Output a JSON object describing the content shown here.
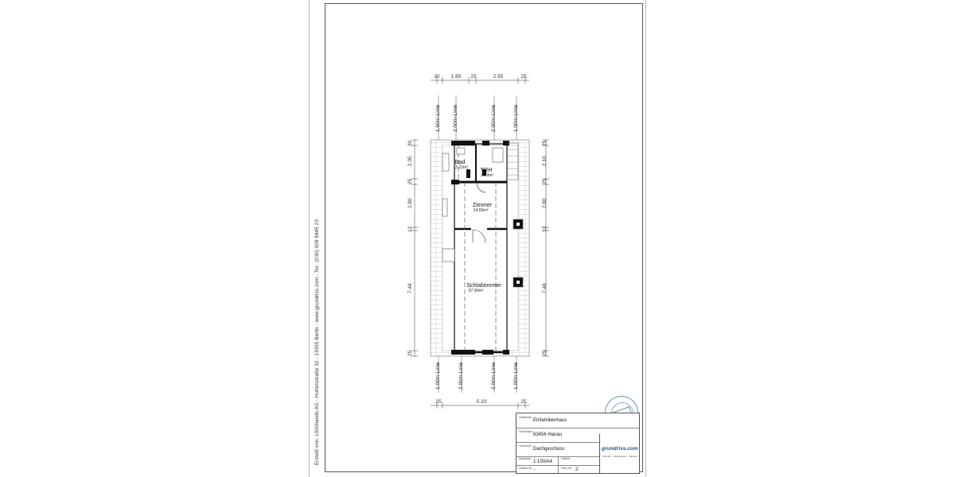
{
  "sheet": {
    "credit": "Erstellt von: 1000hands AG - Huttenstraße 32 - 13355 Berlin - www.grundriss.com - Tel.: (030) 609 8445 23"
  },
  "dims": {
    "top": [
      "30",
      "1.85",
      "25",
      "2.95",
      "25"
    ],
    "bottom": [
      "25",
      "5.10",
      "25"
    ],
    "left": [
      "30",
      "2.05",
      "25",
      "2.80",
      "12",
      "7.48",
      "25"
    ],
    "right": [
      "25",
      "2.10",
      "25",
      "2.80",
      "12",
      "7.48",
      "25"
    ]
  },
  "lines": {
    "top": [
      "1.60m-Linie",
      "2.00m-Linie",
      "2.00m-Linie",
      "1.00m-Linie"
    ],
    "bottom": [
      "1.00m-Linie",
      "2.00m-Linie",
      "2.00m-Linie",
      "1.00m-Linie"
    ]
  },
  "rooms": [
    {
      "name": "Bad",
      "area": "3.22m²"
    },
    {
      "name": "TRH",
      "area": "2.69m²"
    },
    {
      "name": "Zimmer",
      "area": "14.69m²"
    },
    {
      "name": "Schlafzimmer",
      "area": "37.90m²"
    }
  ],
  "titleblock": {
    "rows": [
      {
        "key": "Gebäude",
        "value": "Einfamilienhaus"
      },
      {
        "key": "Ort/Straße",
        "value": "63456 Hanau"
      },
      {
        "key": "Geschoß",
        "value": "Dachgeschoss"
      },
      {
        "key": "Maßstab",
        "value": "1:100/A4",
        "key2": "Datum",
        "value2": ""
      },
      {
        "key": "Objekt-Nr.",
        "value": "-",
        "key2": "Plan-Nr.",
        "value2": "2"
      }
    ],
    "logo": "grundriss.com",
    "logo_sub": "Aufmaß · CAD-Service · Flächen"
  }
}
